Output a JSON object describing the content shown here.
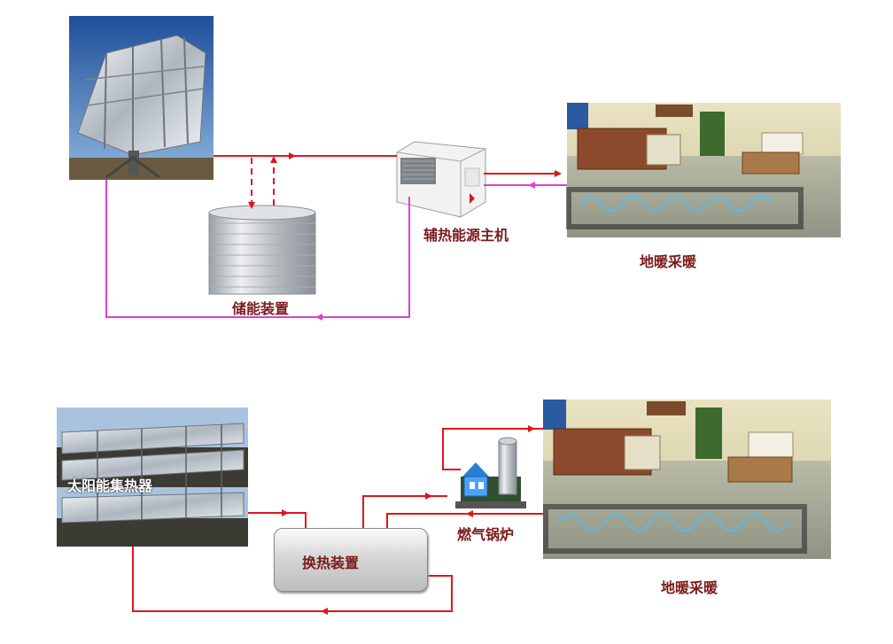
{
  "top": {
    "storage_label": "储能装置",
    "aux_host_label": "辅热能源主机",
    "floor_heating_label": "地暖采暖"
  },
  "bottom": {
    "collector_label": "太阳能集热器",
    "heat_exchanger_label": "换热装置",
    "boiler_label": "燃气锅炉",
    "floor_heating_label": "地暖采暖"
  },
  "colors": {
    "supply_line": "#e0141b",
    "return_line": "#e040d0",
    "label_text": "#7a1a1a"
  },
  "icons": {
    "concentrator": "solar-concentrator-icon",
    "tank": "storage-tank-icon",
    "heat_pump": "heat-pump-unit-icon",
    "room": "floor-heating-room-icon",
    "collector_array": "solar-collector-array-icon",
    "boiler": "gas-boiler-icon"
  }
}
